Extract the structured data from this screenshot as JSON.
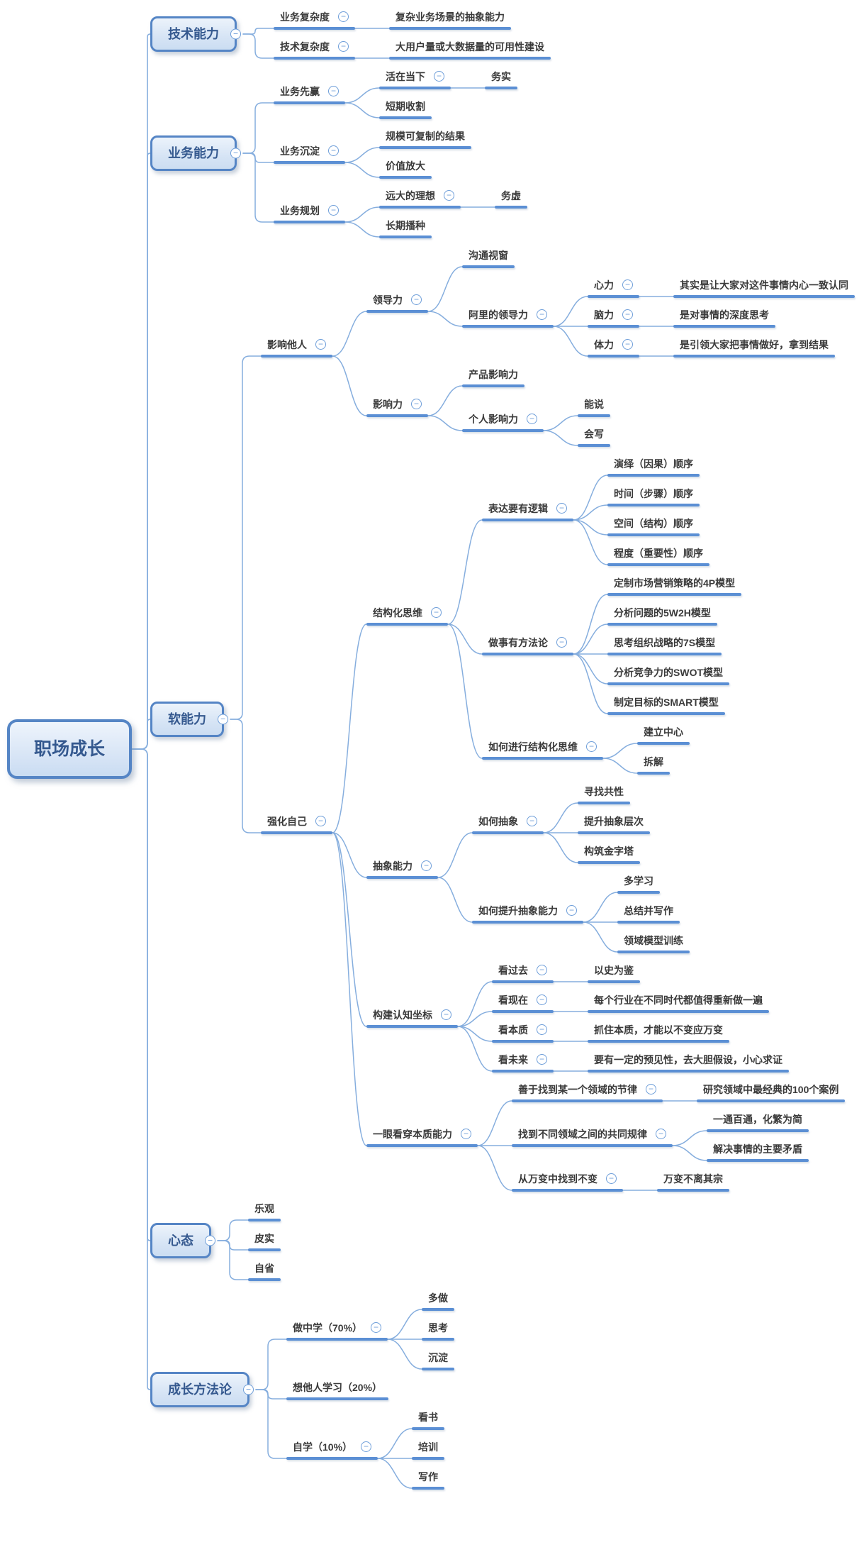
{
  "icons": {
    "collapse": "−"
  },
  "colors": {
    "box_border": "#5585c5",
    "box_fill": "#d6e4f5",
    "box_text": "#35598f",
    "branch_line": "#5b8fd4",
    "wire_line": "#86aede",
    "icon_blue": "#6e9ed9",
    "text": "#3a3a3a",
    "background": "#ffffff"
  },
  "tree": {
    "label": "职场成长",
    "children": [
      {
        "label": "技术能力",
        "children": [
          {
            "label": "业务复杂度",
            "children": [
              {
                "label": "复杂业务场景的抽象能力"
              }
            ]
          },
          {
            "label": "技术复杂度",
            "children": [
              {
                "label": "大用户量或大数据量的可用性建设"
              }
            ]
          }
        ]
      },
      {
        "label": "业务能力",
        "children": [
          {
            "label": "业务先赢",
            "children": [
              {
                "label": "活在当下",
                "children": [
                  {
                    "label": "务实"
                  }
                ]
              },
              {
                "label": "短期收割"
              }
            ]
          },
          {
            "label": "业务沉淀",
            "children": [
              {
                "label": "规模可复制的结果"
              },
              {
                "label": "价值放大"
              }
            ]
          },
          {
            "label": "业务规划",
            "children": [
              {
                "label": "远大的理想",
                "children": [
                  {
                    "label": "务虚"
                  }
                ]
              },
              {
                "label": "长期播种"
              }
            ]
          }
        ]
      },
      {
        "label": "软能力",
        "children": [
          {
            "label": "影响他人",
            "children": [
              {
                "label": "领导力",
                "children": [
                  {
                    "label": "沟通视窗"
                  },
                  {
                    "label": "阿里的领导力",
                    "children": [
                      {
                        "label": "心力",
                        "children": [
                          {
                            "label": "其实是让大家对这件事情内心一致认同"
                          }
                        ]
                      },
                      {
                        "label": "脑力",
                        "children": [
                          {
                            "label": "是对事情的深度思考"
                          }
                        ]
                      },
                      {
                        "label": "体力",
                        "children": [
                          {
                            "label": "是引领大家把事情做好，拿到结果"
                          }
                        ]
                      }
                    ]
                  }
                ]
              },
              {
                "label": "影响力",
                "children": [
                  {
                    "label": "产品影响力"
                  },
                  {
                    "label": "个人影响力",
                    "children": [
                      {
                        "label": "能说"
                      },
                      {
                        "label": "会写"
                      }
                    ]
                  }
                ]
              }
            ]
          },
          {
            "label": "强化自己",
            "children": [
              {
                "label": "结构化思维",
                "children": [
                  {
                    "label": "表达要有逻辑",
                    "children": [
                      {
                        "label": "演绎（因果）顺序"
                      },
                      {
                        "label": "时间（步骤）顺序"
                      },
                      {
                        "label": "空间（结构）顺序"
                      },
                      {
                        "label": "程度（重要性）顺序"
                      }
                    ]
                  },
                  {
                    "label": "做事有方法论",
                    "children": [
                      {
                        "label": "定制市场营销策略的4P模型"
                      },
                      {
                        "label": "分析问题的5W2H模型"
                      },
                      {
                        "label": "思考组织战略的7S模型"
                      },
                      {
                        "label": "分析竞争力的SWOT模型"
                      },
                      {
                        "label": "制定目标的SMART模型"
                      }
                    ]
                  },
                  {
                    "label": "如何进行结构化思维",
                    "children": [
                      {
                        "label": "建立中心"
                      },
                      {
                        "label": "拆解"
                      }
                    ]
                  }
                ]
              },
              {
                "label": "抽象能力",
                "children": [
                  {
                    "label": "如何抽象",
                    "children": [
                      {
                        "label": "寻找共性"
                      },
                      {
                        "label": "提升抽象层次"
                      },
                      {
                        "label": "构筑金字塔"
                      }
                    ]
                  },
                  {
                    "label": "如何提升抽象能力",
                    "children": [
                      {
                        "label": "多学习"
                      },
                      {
                        "label": "总结并写作"
                      },
                      {
                        "label": "领域模型训练"
                      }
                    ]
                  }
                ]
              },
              {
                "label": "构建认知坐标",
                "children": [
                  {
                    "label": "看过去",
                    "children": [
                      {
                        "label": "以史为鉴"
                      }
                    ]
                  },
                  {
                    "label": "看现在",
                    "children": [
                      {
                        "label": "每个行业在不同时代都值得重新做一遍"
                      }
                    ]
                  },
                  {
                    "label": "看本质",
                    "children": [
                      {
                        "label": "抓住本质，才能以不变应万变"
                      }
                    ]
                  },
                  {
                    "label": "看未来",
                    "children": [
                      {
                        "label": "要有一定的预见性，去大胆假设，小心求证"
                      }
                    ]
                  }
                ]
              },
              {
                "label": "一眼看穿本质能力",
                "children": [
                  {
                    "label": "善于找到某一个领域的节律",
                    "children": [
                      {
                        "label": "研究领域中最经典的100个案例"
                      }
                    ]
                  },
                  {
                    "label": "找到不同领域之间的共同规律",
                    "children": [
                      {
                        "label": "一通百通，化繁为简"
                      },
                      {
                        "label": "解决事情的主要矛盾"
                      }
                    ]
                  },
                  {
                    "label": "从万变中找到不变",
                    "children": [
                      {
                        "label": "万变不离其宗"
                      }
                    ]
                  }
                ]
              }
            ]
          }
        ]
      },
      {
        "label": "心态",
        "children": [
          {
            "label": "乐观"
          },
          {
            "label": "皮实"
          },
          {
            "label": "自省"
          }
        ]
      },
      {
        "label": "成长方法论",
        "children": [
          {
            "label": "做中学（70%）",
            "children": [
              {
                "label": "多做"
              },
              {
                "label": "思考"
              },
              {
                "label": "沉淀"
              }
            ]
          },
          {
            "label": "想他人学习（20%）"
          },
          {
            "label": "自学（10%）",
            "children": [
              {
                "label": "看书"
              },
              {
                "label": "培训"
              },
              {
                "label": "写作"
              }
            ]
          }
        ]
      }
    ]
  }
}
